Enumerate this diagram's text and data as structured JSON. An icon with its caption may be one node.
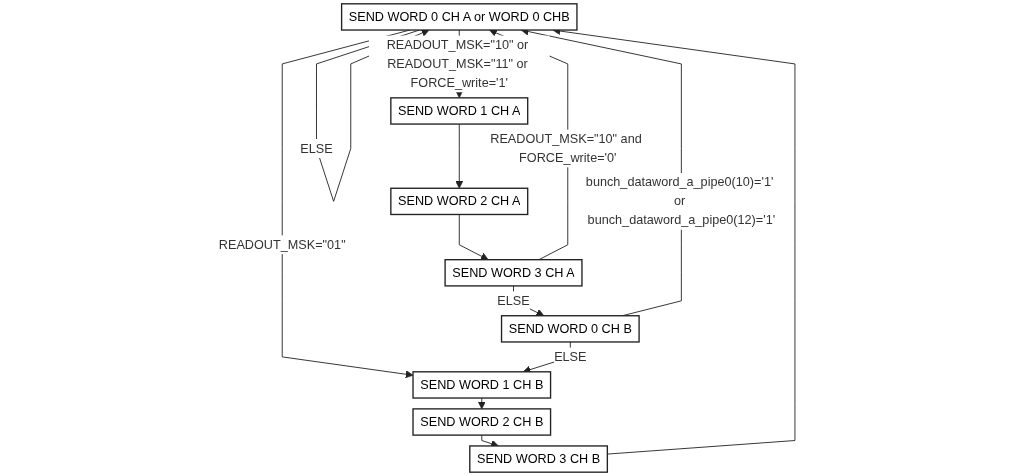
{
  "diagram": {
    "nodes": [
      {
        "text": [
          "SEND WORD 0 CH A or WORD 0 CHB"
        ]
      },
      {
        "text": [
          "SEND WORD 1 CH A"
        ]
      },
      {
        "text": [
          "SEND WORD 2 CH A"
        ]
      },
      {
        "text": [
          "SEND WORD 3 CH A"
        ]
      },
      {
        "text": [
          "SEND WORD 0 CH B"
        ]
      },
      {
        "text": [
          "SEND WORD 1 CH B"
        ]
      },
      {
        "text": [
          "SEND WORD 2 CH B"
        ]
      },
      {
        "text": [
          "SEND WORD 3 CH B"
        ]
      }
    ],
    "edges": [
      {
        "from": 0,
        "to": 0,
        "arrow": "to",
        "label": "ELSE"
      },
      {
        "from": 0,
        "to": 1,
        "arrow": "to",
        "label": "READOUT_MSK=\"10\" or READOUT_MSK=\"11\" or FORCE_write='1'"
      },
      {
        "from": 1,
        "to": 2,
        "arrow": "to"
      },
      {
        "from": 2,
        "to": 3,
        "arrow": "to"
      },
      {
        "from": 3,
        "to": 0,
        "arrow": "to",
        "label": "READOUT_MSK=\"10\" and FORCE_write='0'"
      },
      {
        "from": 3,
        "to": 4,
        "arrow": "to",
        "label": "ELSE"
      },
      {
        "from": 0,
        "to": 5,
        "arrow": "to",
        "label": "READOUT_MSK=\"01\""
      },
      {
        "from": 4,
        "to": 0,
        "arrow": "to",
        "label": "bunch_dataword_a_pipe0(10)='1' or bunch_dataword_a_pipe0(12)='1'"
      },
      {
        "from": 4,
        "to": 5,
        "arrow": "to",
        "label": "ELSE"
      },
      {
        "from": 5,
        "to": 6,
        "arrow": "to"
      },
      {
        "from": 6,
        "to": 7,
        "arrow": "to"
      },
      {
        "from": 7,
        "to": 0,
        "arrow": "to"
      }
    ]
  }
}
